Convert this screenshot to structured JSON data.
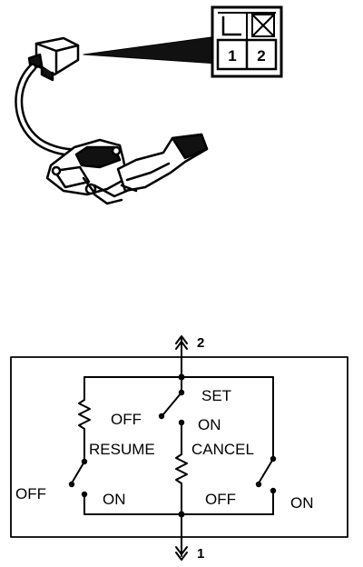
{
  "connector": {
    "pins": [
      "1",
      "2"
    ]
  },
  "circuit": {
    "terminal_top": "2",
    "terminal_bottom": "1",
    "labels": {
      "set": "SET",
      "cancel": "CANCEL",
      "resume": "RESUME",
      "off_center": "OFF",
      "on_center": "ON",
      "off_left": "OFF",
      "on_left": "ON",
      "off_right": "OFF",
      "on_right": "ON"
    }
  },
  "colors": {
    "ink": "#000000",
    "paper": "#ffffff"
  }
}
